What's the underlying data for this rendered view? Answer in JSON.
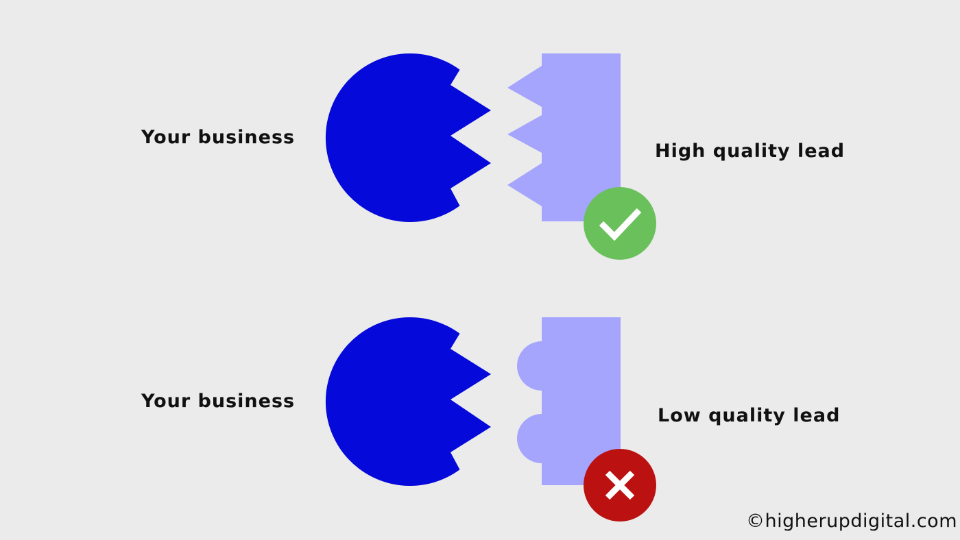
{
  "colors": {
    "background": "#ebebeb",
    "business_shape": "#0509d9",
    "lead_shape": "#a5a5fe",
    "match_ok": "#6ac05a",
    "match_bad": "#bb1111",
    "mark_stroke": "#ffffff"
  },
  "rows": [
    {
      "business_label": "Your business",
      "lead_label": "High quality lead",
      "lead_connector": "zigzag",
      "status_icon": "check-icon",
      "status": "match"
    },
    {
      "business_label": "Your business",
      "lead_label": "Low quality lead",
      "lead_connector": "rounded",
      "status_icon": "cross-icon",
      "status": "mismatch"
    }
  ],
  "copyright": "©higherupdigital.com"
}
